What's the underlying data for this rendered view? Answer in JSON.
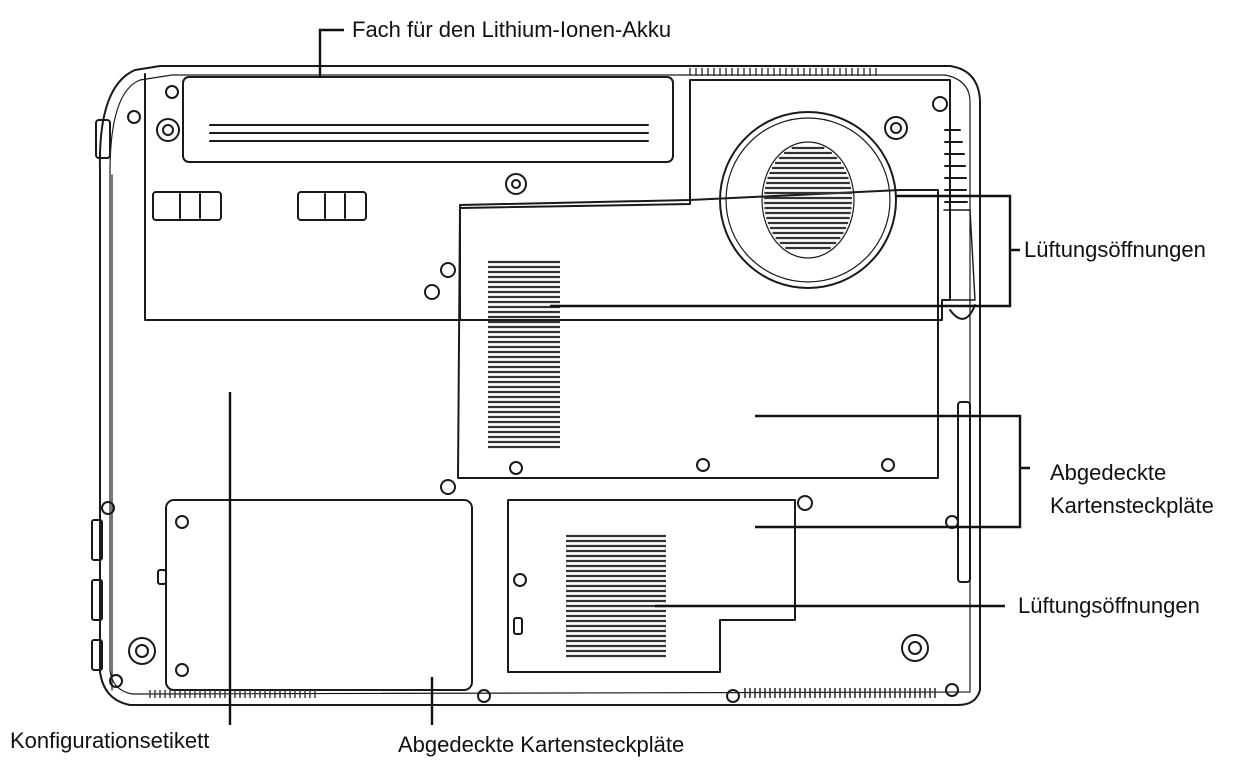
{
  "diagram": {
    "colors": {
      "line": "#1a1a1a",
      "grille": "#333333",
      "background": "#ffffff"
    },
    "callouts": {
      "battery_bay": "Fach für den Lithium-Ionen-Akku",
      "vents_top": "Lüftungsöffnungen",
      "slots_right_line1": "Abgedeckte",
      "slots_right_line2": "Kartensteckpläte",
      "vents_lower": "Lüftungsöffnungen",
      "config_label": "Konfigurationsetikett",
      "slots_bottom": "Abgedeckte Kartensteckpläte"
    }
  }
}
